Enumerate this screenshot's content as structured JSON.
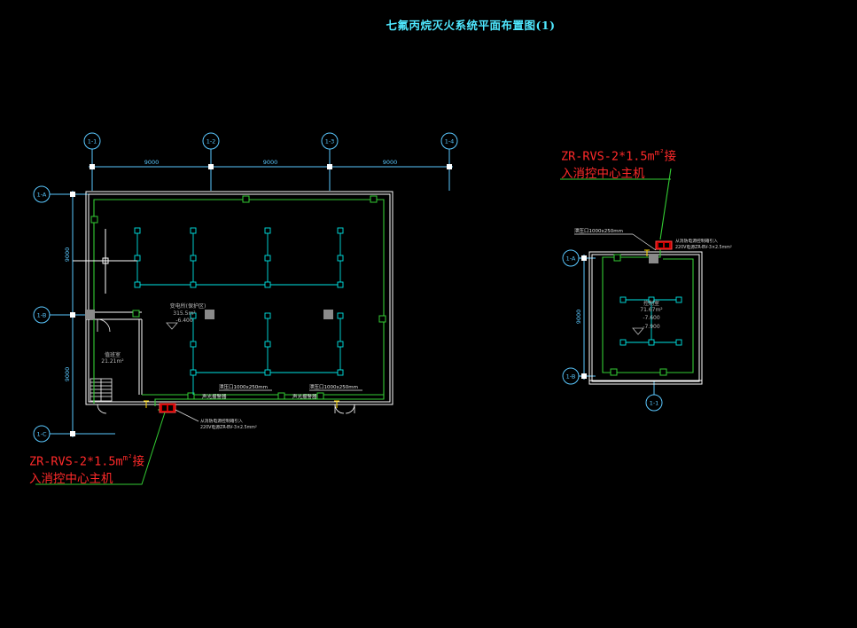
{
  "title": "七氟丙烷灭火系统平面布置图(1)",
  "colors": {
    "background": "#000000",
    "title": "#4fe8ff",
    "grid_axis": "#5ac8ff",
    "wall": "#ffffff",
    "pipe": "#33cc33",
    "detector": "#00e5e5",
    "note": "#ff2a2a"
  },
  "left_plan": {
    "axis_bubbles_top": [
      "1-1",
      "1-2",
      "1-3",
      "1-4"
    ],
    "axis_bubbles_left": [
      "1-A",
      "1-B",
      "1-C"
    ],
    "dims_top": [
      "9000",
      "9000",
      "9000"
    ],
    "dims_left": [
      "9000",
      "9000"
    ],
    "room_main_name": "变电所(保护区)",
    "room_main_area": "315.5m²",
    "room_main_level": "-6.400",
    "room_small_name": "值班室",
    "room_small_area": "21.21m²",
    "vent_label_1": "泄压口1000x250mm",
    "vent_label_2": "泄压口1000x250mm",
    "device_label_1": "声光报警器",
    "device_label_2": "声光报警器",
    "power_note_1": "从消防电源控制箱引入",
    "power_note_2": "220V电源ZR-BV-3×2.5mm²"
  },
  "right_plan": {
    "axis_bubbles_left": [
      "1-A",
      "1-B"
    ],
    "axis_bubble_bottom": "1-1",
    "dim_left": "9000",
    "vent_label": "泄压口1000x250mm",
    "room_name": "控制室",
    "room_area": "71.67m²",
    "level_1": "-7.600",
    "level_2": "-7.900",
    "power_note_1": "从消防电源控制箱引入",
    "power_note_2": "220V电源ZR-BV-3×2.5mm²"
  },
  "note_right": {
    "line1": "ZR-RVS-2*1.5m",
    "sup": "m²",
    "tail": "接",
    "line2": "入消控中心主机"
  },
  "note_left": {
    "line1": "ZR-RVS-2*1.5m",
    "sup": "m²",
    "tail": "接",
    "line2": "入消控中心主机"
  }
}
